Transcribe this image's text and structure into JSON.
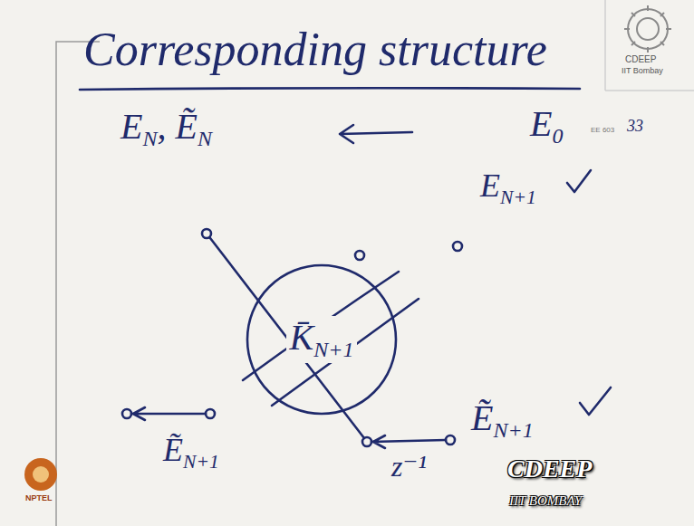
{
  "diagram": {
    "title": "Corresponding structure",
    "nodes": [
      {
        "text": [
          "K̄N+1"
        ]
      }
    ],
    "labels": [
      "EN, ẼN",
      "E0",
      "EN+1",
      "z⁻¹",
      "ẼN+1",
      "ẼN+1",
      "CDEEP",
      "IIT Bombay",
      "EE 603",
      "33",
      "CDEEP",
      "IIT BOMBAY",
      "NPTEL"
    ]
  }
}
